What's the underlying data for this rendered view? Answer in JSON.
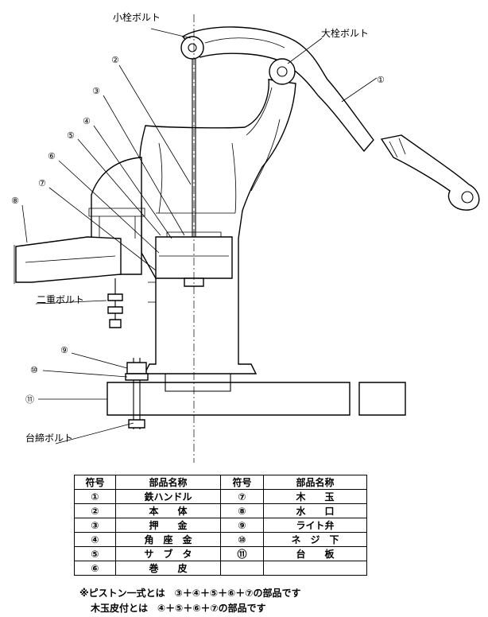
{
  "callouts": {
    "small_bolt": "小栓ボルト",
    "large_bolt": "大栓ボルト",
    "double_bolt": "二重ボルト",
    "base_bolt": "台締ボルト",
    "n1": "①",
    "n2": "②",
    "n3": "③",
    "n4": "④",
    "n5": "⑤",
    "n6": "⑥",
    "n7": "⑦",
    "n8": "⑧",
    "n9": "⑨",
    "n10": "⑩",
    "n11": "⑪"
  },
  "table": {
    "headers": [
      "符号",
      "部品名称",
      "符号",
      "部品名称"
    ],
    "rows": [
      [
        "①",
        "鉄ハンドル",
        "⑦",
        "木　　玉"
      ],
      [
        "②",
        "本　　体",
        "⑧",
        "水　　口"
      ],
      [
        "③",
        "押　　金",
        "⑨",
        "ライト弁"
      ],
      [
        "④",
        "角　座　金",
        "⑩",
        "ネ　ジ　下"
      ],
      [
        "⑤",
        "サ　ブ　タ",
        "⑪",
        "台　　板"
      ],
      [
        "⑥",
        "巻　　皮",
        "",
        ""
      ]
    ]
  },
  "notes": {
    "line1": "※ピストン一式とは　③＋④＋⑤＋⑥＋⑦の部品です",
    "line2": "木玉皮付とは　④＋⑤＋⑥＋⑦の部品です"
  }
}
